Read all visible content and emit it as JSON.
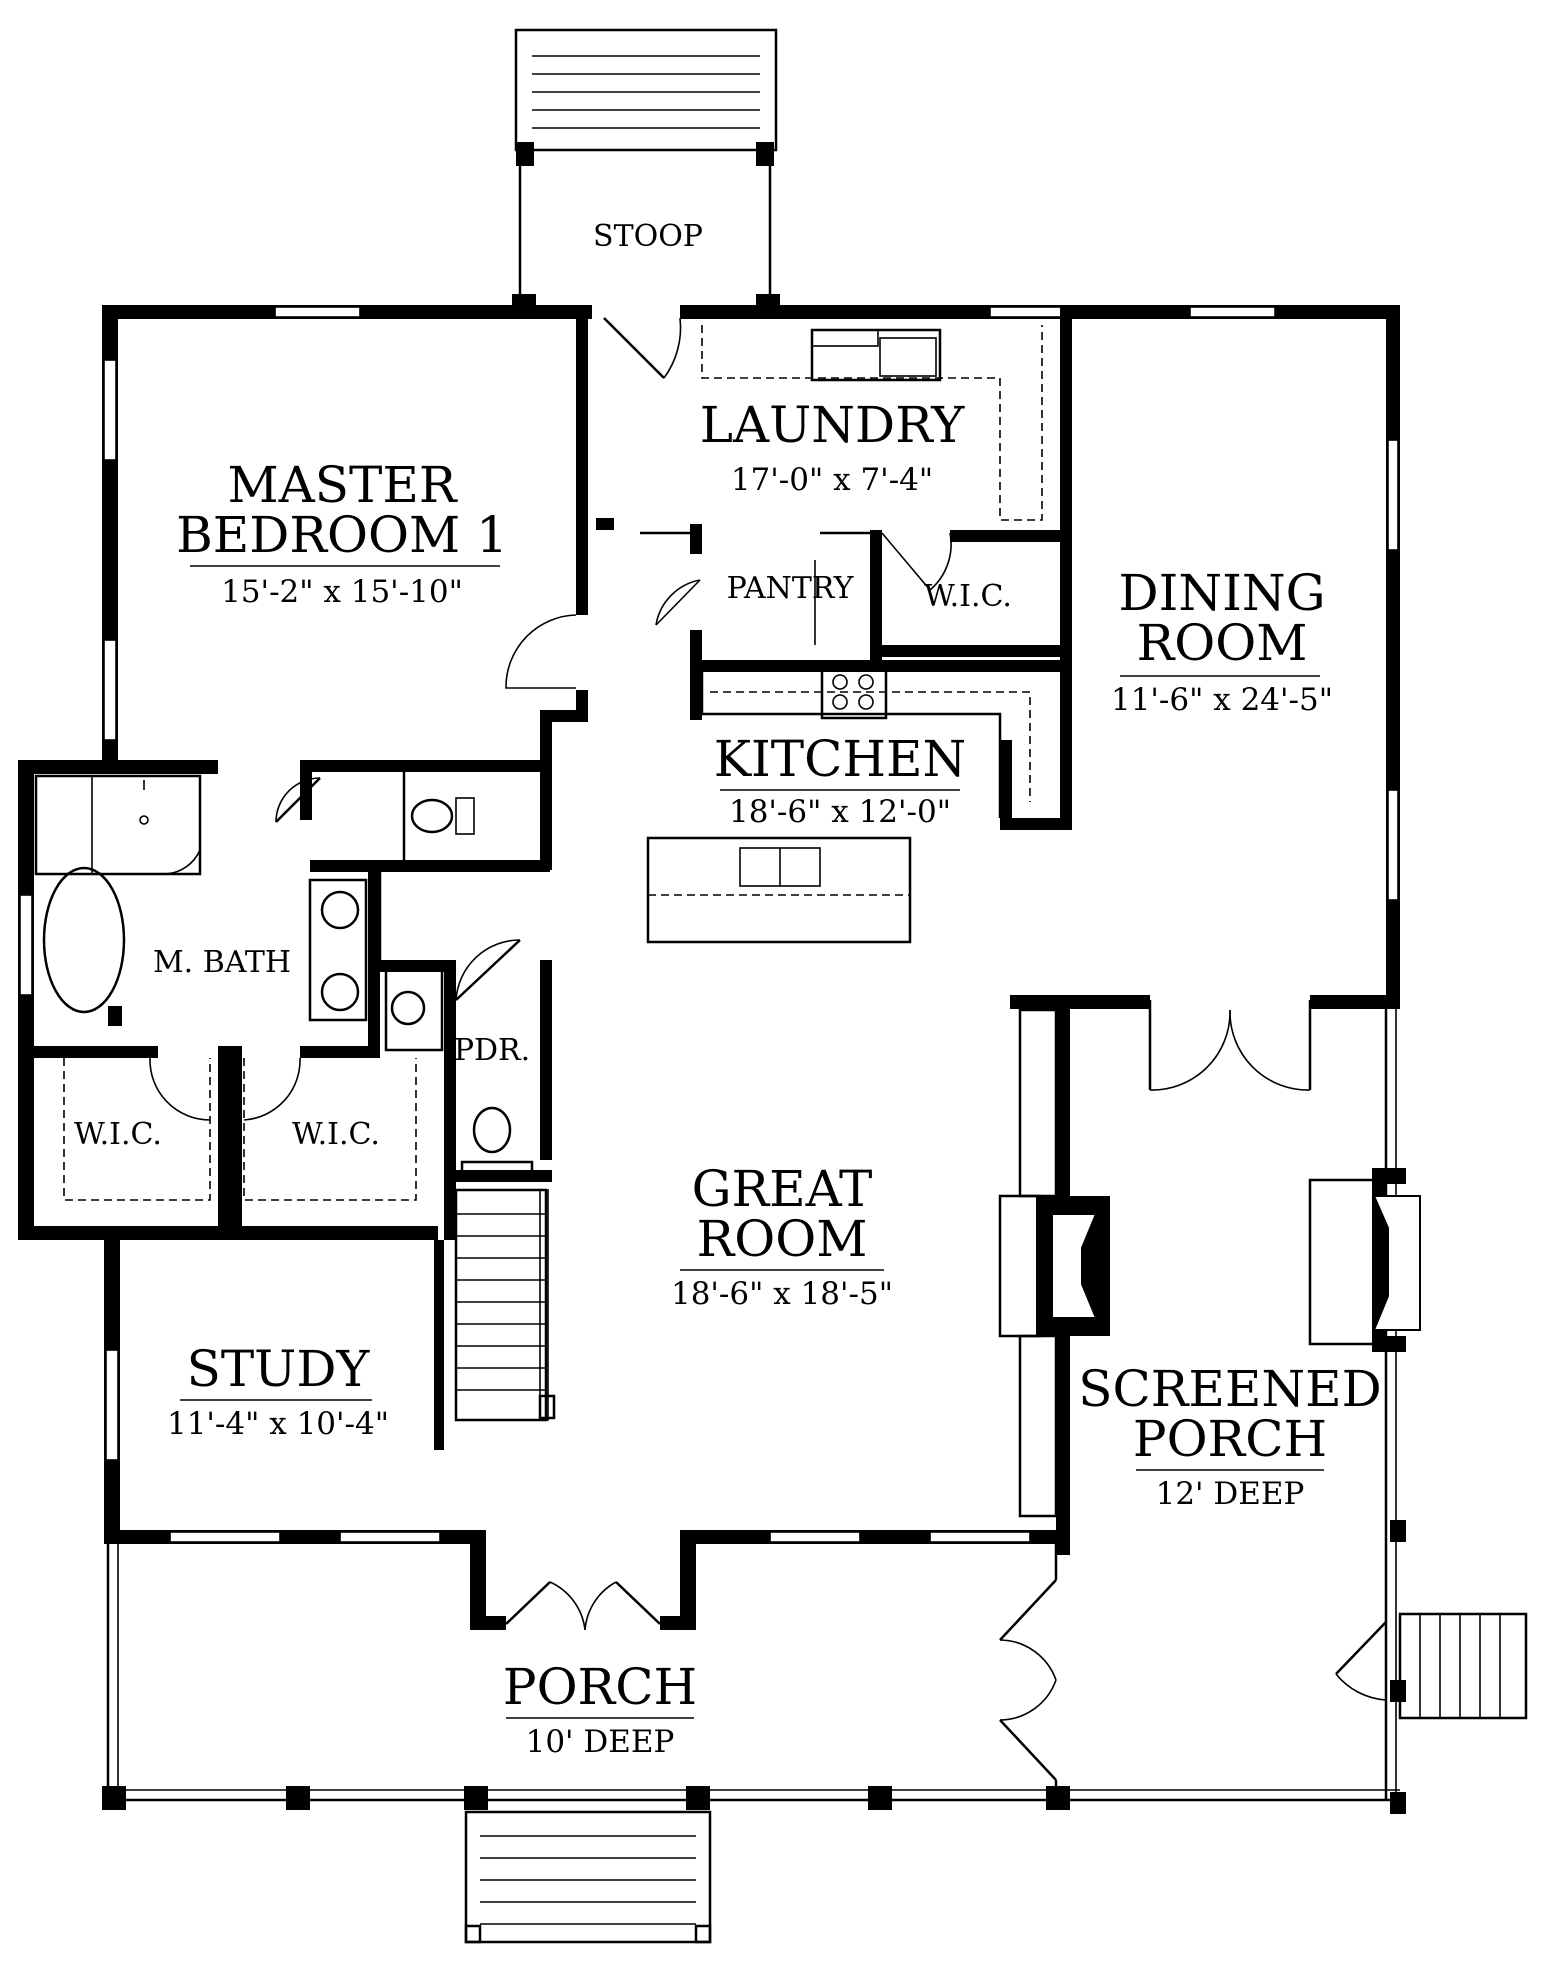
{
  "rooms": {
    "stoop": {
      "name": "STOOP"
    },
    "laundry": {
      "name": "LAUNDRY",
      "dims": "17'-0\" x 7'-4\""
    },
    "master_bedroom": {
      "name_line1": "MASTER",
      "name_line2": "BEDROOM 1",
      "dims": "15'-2\" x 15'-10\""
    },
    "pantry": {
      "name": "PANTRY"
    },
    "wic_kitchen": {
      "name": "W.I.C."
    },
    "dining_room": {
      "name_line1": "DINING",
      "name_line2": "ROOM",
      "dims": "11'-6\" x 24'-5\""
    },
    "kitchen": {
      "name": "KITCHEN",
      "dims": "18'-6\" x 12'-0\""
    },
    "master_bath": {
      "name": "M. BATH"
    },
    "pdr": {
      "name": "PDR."
    },
    "wic_left": {
      "name": "W.I.C."
    },
    "wic_right": {
      "name": "W.I.C."
    },
    "great_room": {
      "name_line1": "GREAT",
      "name_line2": "ROOM",
      "dims": "18'-6\" x 18'-5\""
    },
    "study": {
      "name": "STUDY",
      "dims": "11'-4\" x 10'-4\""
    },
    "screened_porch": {
      "name_line1": "SCREENED",
      "name_line2": "PORCH",
      "dims": "12' DEEP"
    },
    "porch": {
      "name": "PORCH",
      "dims": "10' DEEP"
    }
  }
}
